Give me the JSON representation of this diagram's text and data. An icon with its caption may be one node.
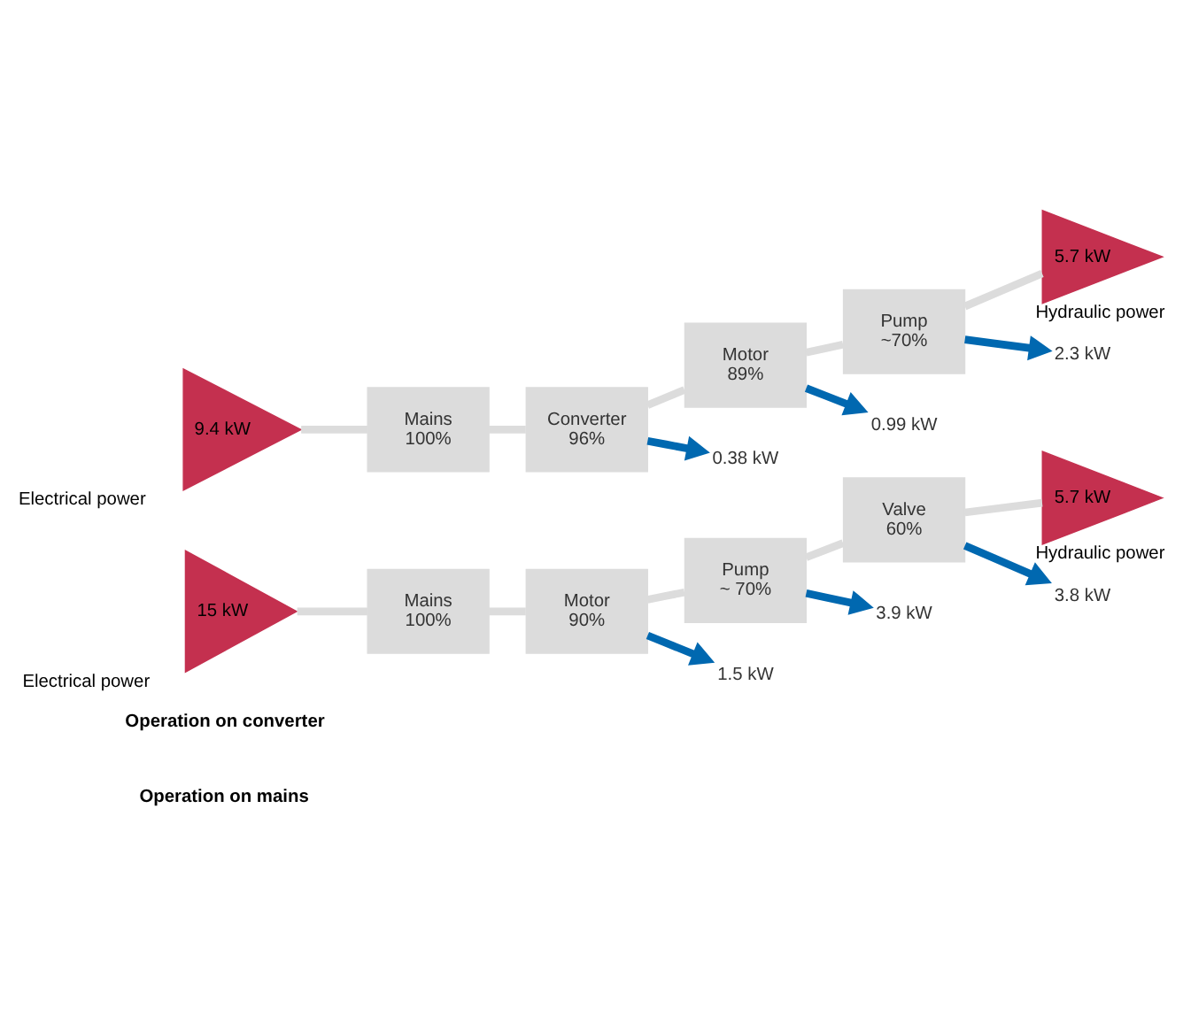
{
  "diagram": {
    "nodes": [
      {
        "text": [
          "15 kW"
        ],
        "beside": [
          "Electrical power"
        ]
      },
      {
        "text": [
          "Mains",
          "100%"
        ]
      },
      {
        "text": [
          "Motor",
          "90%"
        ]
      },
      {
        "text": [
          "Pump",
          "~ 70%"
        ]
      },
      {
        "text": [
          "Valve",
          "60%"
        ]
      },
      {
        "text": [
          "5.7 kW"
        ],
        "beside": [
          "Hydraulic power"
        ]
      },
      {
        "text": [
          "1.5 kW"
        ]
      },
      {
        "text": [
          "3.9 kW"
        ]
      },
      {
        "text": [
          "3.8 kW"
        ]
      },
      {
        "text": [
          "9.4 kW"
        ],
        "beside": [
          "Electrical power"
        ]
      },
      {
        "text": [
          "Mains",
          "100%"
        ]
      },
      {
        "text": [
          "Converter",
          "96%"
        ]
      },
      {
        "text": [
          "Motor",
          "89%"
        ]
      },
      {
        "text": [
          "Pump",
          "~70%"
        ]
      },
      {
        "text": [
          "5.7 kW"
        ],
        "beside": [
          "Hydraulic power"
        ]
      },
      {
        "text": [
          "0.38 kW"
        ]
      },
      {
        "text": [
          "0.99 kW"
        ]
      },
      {
        "text": [
          "2.3 kW"
        ]
      }
    ],
    "edges": [
      {
        "from": 0,
        "to": 1,
        "arrow": "none"
      },
      {
        "from": 1,
        "to": 2,
        "arrow": "none"
      },
      {
        "from": 2,
        "to": 3,
        "arrow": "none"
      },
      {
        "from": 3,
        "to": 4,
        "arrow": "none"
      },
      {
        "from": 4,
        "to": 5,
        "arrow": "none"
      },
      {
        "from": 2,
        "to": 6,
        "arrow": "to",
        "color": "#0068b0"
      },
      {
        "from": 3,
        "to": 7,
        "arrow": "to",
        "color": "#0068b0"
      },
      {
        "from": 4,
        "to": 8,
        "arrow": "to",
        "color": "#0068b0"
      },
      {
        "from": 9,
        "to": 10,
        "arrow": "none"
      },
      {
        "from": 10,
        "to": 11,
        "arrow": "none"
      },
      {
        "from": 11,
        "to": 12,
        "arrow": "none"
      },
      {
        "from": 12,
        "to": 13,
        "arrow": "none"
      },
      {
        "from": 13,
        "to": 14,
        "arrow": "none"
      },
      {
        "from": 11,
        "to": 15,
        "arrow": "to",
        "color": "#0068b0"
      },
      {
        "from": 12,
        "to": 16,
        "arrow": "to",
        "color": "#0068b0"
      },
      {
        "from": 13,
        "to": 17,
        "arrow": "to",
        "color": "#0068b0"
      }
    ],
    "labels": [
      "Operation on mains",
      "Operation on converter"
    ]
  }
}
